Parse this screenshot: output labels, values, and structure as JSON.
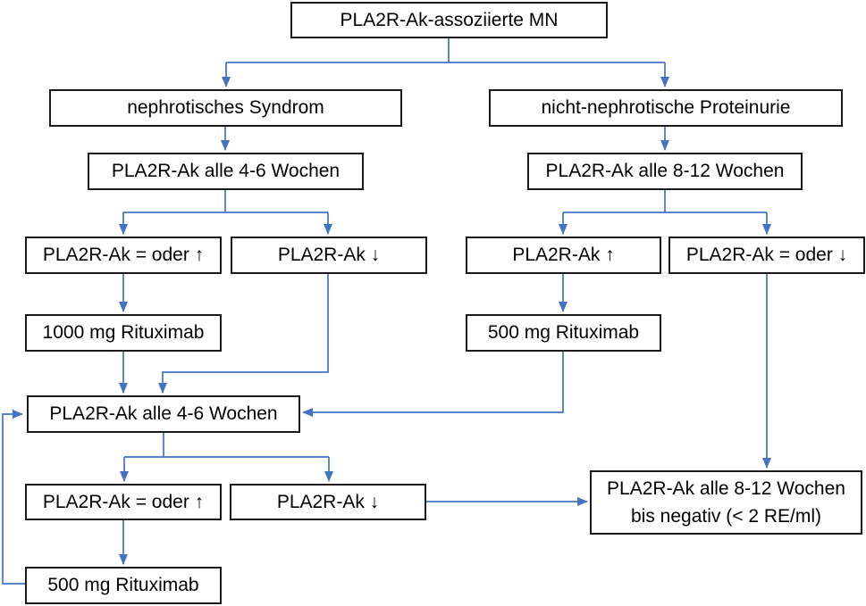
{
  "diagram": {
    "type": "flowchart",
    "language": "de",
    "colors": {
      "arrow": "#4472C4",
      "box_border": "#1a1a1a",
      "text": "#000000",
      "background": "#ffffff"
    },
    "nodes": {
      "root": {
        "label": "PLA2R-Ak-assoziierte MN"
      },
      "nephrotic": {
        "label": "nephrotisches Syndrom"
      },
      "non_nephrotic": {
        "label": "nicht-nephrotische Proteinurie"
      },
      "monitor46_a": {
        "label": "PLA2R-Ak alle 4-6 Wochen"
      },
      "monitor812": {
        "label": "PLA2R-Ak alle 8-12 Wochen"
      },
      "equal_or_up_a": {
        "label": "PLA2R-Ak = oder ↑"
      },
      "down_a": {
        "label": "PLA2R-Ak ↓"
      },
      "up_b": {
        "label": "PLA2R-Ak ↑"
      },
      "equal_or_down": {
        "label": "PLA2R-Ak = oder ↓"
      },
      "ritux1000": {
        "label": "1000 mg Rituximab"
      },
      "ritux500_a": {
        "label": "500 mg Rituximab"
      },
      "monitor46_b": {
        "label": "PLA2R-Ak alle 4-6 Wochen"
      },
      "equal_or_up_b": {
        "label": "PLA2R-Ak = oder ↑"
      },
      "down_b": {
        "label": "PLA2R-Ak ↓"
      },
      "ritux500_b": {
        "label": "500 mg Rituximab"
      },
      "final": {
        "line1": "PLA2R-Ak alle 8-12 Wochen",
        "line2": "bis negativ (< 2 RE/ml)"
      }
    },
    "edges": [
      "root -> nephrotic",
      "root -> non_nephrotic",
      "nephrotic -> monitor46_a",
      "non_nephrotic -> monitor812",
      "monitor46_a -> equal_or_up_a",
      "monitor46_a -> down_a",
      "monitor812 -> up_b",
      "monitor812 -> equal_or_down",
      "equal_or_up_a -> ritux1000",
      "up_b -> ritux500_a",
      "down_a -> monitor46_b",
      "ritux1000 -> monitor46_b",
      "ritux500_a -> monitor46_b",
      "monitor46_b -> equal_or_up_b",
      "monitor46_b -> down_b",
      "equal_or_up_b -> ritux500_b",
      "ritux500_b -> monitor46_b",
      "down_b -> final",
      "equal_or_down -> final"
    ]
  }
}
